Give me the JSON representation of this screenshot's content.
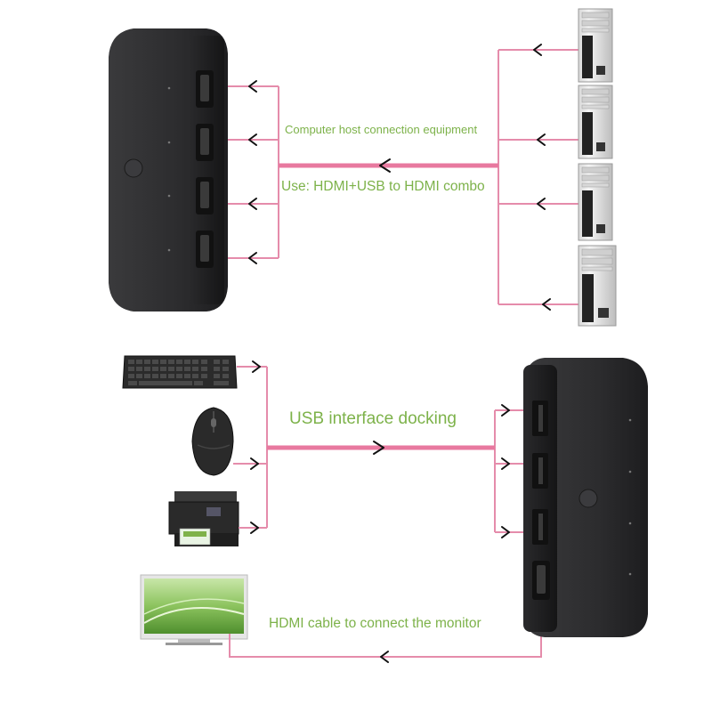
{
  "labels": {
    "computer_host": "Computer host connection equipment",
    "use": "Use: HDMI+USB to HDMI combo",
    "usb_docking": "USB interface docking",
    "hdmi_monitor": "HDMI cable to connect the monitor"
  },
  "colors": {
    "line": "#e58cab",
    "main_line": "#e8799f",
    "label_text": "#7db24a",
    "device_body": "#2e2e30",
    "arrow": "#111111"
  },
  "icons": {
    "top_switch": "hdmi-kvm-switch-icon",
    "bottom_switch": "usb-kvm-switch-icon",
    "computers": "desktop-tower-icon",
    "keyboard": "keyboard-icon",
    "mouse": "mouse-icon",
    "printer": "printer-icon",
    "monitor": "monitor-icon"
  }
}
